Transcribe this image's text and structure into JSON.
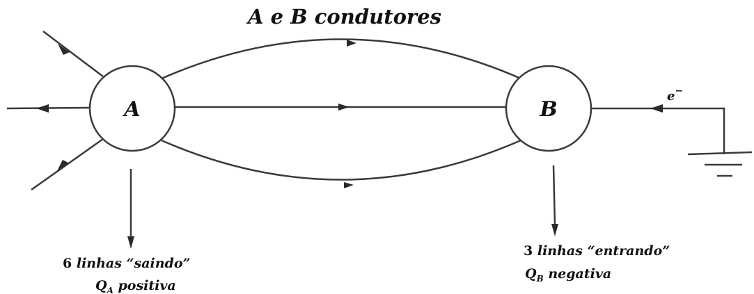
{
  "title": "A e B condutores",
  "nodes": {
    "a_label": "A",
    "b_label": "B"
  },
  "electron_label": "e",
  "electron_superscript": "−",
  "note_a": {
    "count": "6",
    "lines_word": "linhas",
    "quoted_word": "“saindo”",
    "charge_symbol": "Q",
    "charge_subscript": "A",
    "charge_sign": "positiva"
  },
  "note_b": {
    "count": "3",
    "lines_word": "linhas",
    "quoted_word": "“entrando”",
    "charge_symbol": "Q",
    "charge_subscript": "B",
    "charge_sign": "negativa"
  },
  "colors": {
    "stroke": "#3a3a3a",
    "arrow": "#2a2a2a",
    "background": "#ffffff"
  }
}
